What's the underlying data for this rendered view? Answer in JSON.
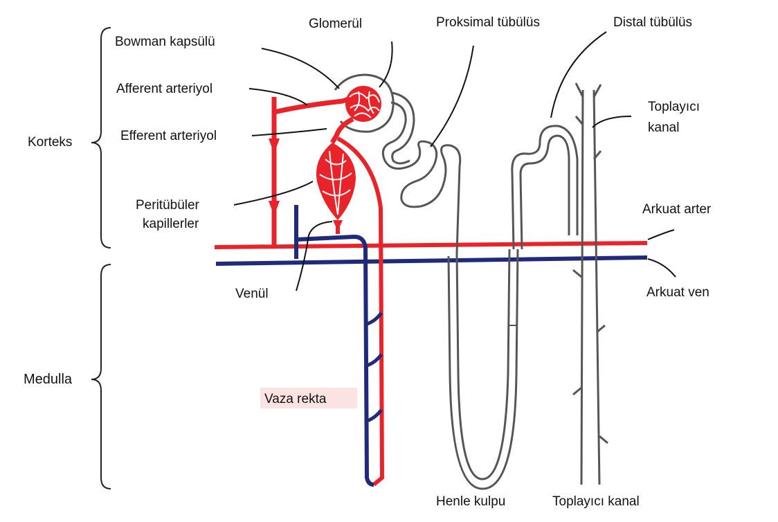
{
  "labels": {
    "bowman": "Bowman kapsülü",
    "glomerul": "Glomerül",
    "proksimal": "Proksimal tübülüs",
    "distal": "Distal tübülüs",
    "afferent": "Afferent arteriyol",
    "efferent": "Efferent arteriyol",
    "korteks": "Korteks",
    "toplayici_top_1": "Toplayıcı",
    "toplayici_top_2": "kanal",
    "peritubuler_1": "Peritübüler",
    "peritubuler_2": "kapillerler",
    "arkuat_arter": "Arkuat arter",
    "arkuat_ven": "Arkuat ven",
    "venul": "Venül",
    "medulla": "Medulla",
    "vaza_rekta": "Vaza rekta",
    "henle": "Henle kulpu",
    "toplayici_bottom": "Toplayıcı kanal"
  },
  "colors": {
    "artery": "#e8232a",
    "vein": "#1f2a7a",
    "tubule": "#555555",
    "label_highlight": "#fbe3e2"
  }
}
